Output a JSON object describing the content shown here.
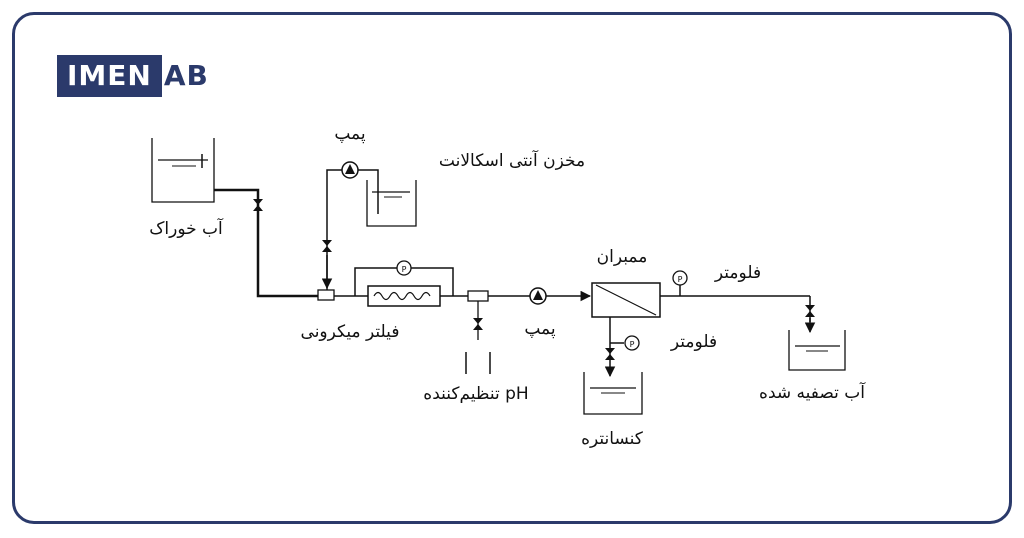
{
  "logo": {
    "part1": "IMEN",
    "part2": "AB"
  },
  "labels": {
    "feed_water": "آب خوراک",
    "pump_top": "پمپ",
    "antiscalant_tank": "مخزن آنتی اسکالانت",
    "micro_filter": "فیلتر میکرونی",
    "ph_adjuster": "تنظیم‌کننده pH",
    "pump_mid": "پمپ",
    "membrane": "ممبران",
    "flowmeter_top": "فلومتر",
    "flowmeter_bottom": "فلومتر",
    "concentrate": "کنسانتره",
    "treated_water": "آب تصفیه شده"
  },
  "gauge_symbol": "P"
}
